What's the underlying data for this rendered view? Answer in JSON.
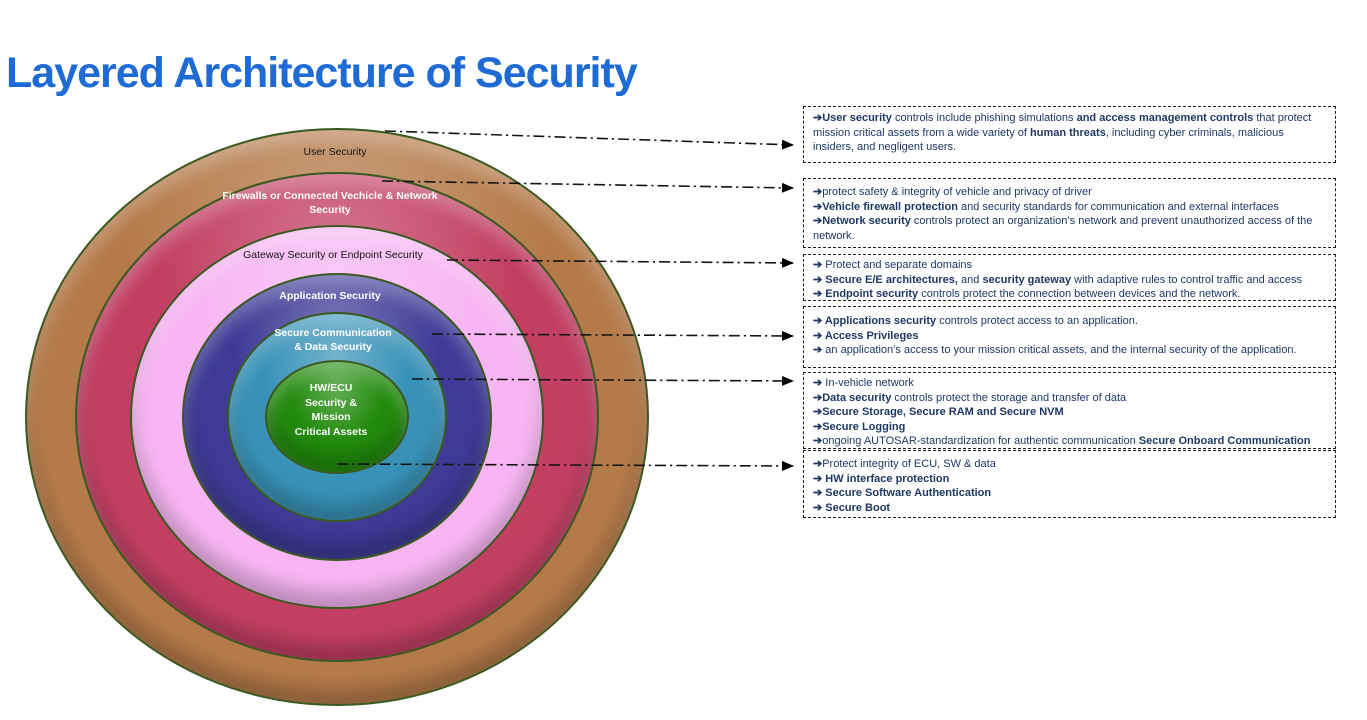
{
  "title": "Layered Architecture of Security",
  "colors": {
    "title": "#1e6bd6",
    "box_text": "#1f3864",
    "box_border": "#1a1a1a",
    "connector": "#141414",
    "ring_border": "#3a5a20"
  },
  "rings": [
    {
      "name": "user-security",
      "label": "User Security",
      "color": "#b57a49",
      "label_color": "#161616"
    },
    {
      "name": "firewalls-network-security",
      "label": "Firewalls or Connected Vechicle & Network\nSecurity",
      "color": "#c23f63",
      "label_color": "#ffffff"
    },
    {
      "name": "gateway-endpoint-security",
      "label": "Gateway Security or Endpoint Security",
      "color": "#f8b5f4",
      "label_color": "#161616"
    },
    {
      "name": "application-security",
      "label": "Application Security",
      "color": "#3e3a96",
      "label_color": "#ffffff"
    },
    {
      "name": "secure-communication-data-security",
      "label": "Secure Communication\n& Data Security",
      "color": "#3892b8",
      "label_color": "#ffffff"
    },
    {
      "name": "hw-ecu-mission-critical",
      "label": "HW/ECU\nSecurity &\nMission\nCritical Assets",
      "color": "#218a0c",
      "label_color": "#ffffff"
    }
  ],
  "callouts": [
    {
      "name": "user-security-callout",
      "lines": [
        [
          {
            "t": "➔",
            "b": true
          },
          {
            "t": "User security ",
            "b": true
          },
          {
            "t": "controls include phishing simulations ",
            "b": false
          },
          {
            "t": "and access management controls ",
            "b": true
          },
          {
            "t": "that protect mission critical assets from a wide variety of ",
            "b": false
          },
          {
            "t": "human threats",
            "b": true
          },
          {
            "t": ", including cyber criminals, malicious insiders, and negligent users.",
            "b": false
          }
        ]
      ]
    },
    {
      "name": "network-security-callout",
      "lines": [
        [
          {
            "t": "➔",
            "b": true
          },
          {
            "t": "protect safety & integrity of vehicle and privacy of driver",
            "b": false
          }
        ],
        [
          {
            "t": "➔",
            "b": true
          },
          {
            "t": "Vehicle firewall protection ",
            "b": true
          },
          {
            "t": "and security standards for communication and external interfaces",
            "b": false
          }
        ],
        [
          {
            "t": "➔",
            "b": true
          },
          {
            "t": "Network security ",
            "b": true
          },
          {
            "t": "controls protect an organization’s network and prevent unauthorized access of the network.",
            "b": false
          }
        ]
      ]
    },
    {
      "name": "gateway-security-callout",
      "lines": [
        [
          {
            "t": "➔ ",
            "b": true
          },
          {
            "t": "Protect and separate domains",
            "b": false
          }
        ],
        [
          {
            "t": "➔ ",
            "b": true
          },
          {
            "t": "Secure E/E architectures, ",
            "b": true
          },
          {
            "t": "and ",
            "b": false
          },
          {
            "t": "security gateway ",
            "b": true
          },
          {
            "t": "with adaptive rules to control traffic and access",
            "b": false
          }
        ],
        [
          {
            "t": "➔ ",
            "b": true
          },
          {
            "t": "Endpoint security ",
            "b": true
          },
          {
            "t": "controls protect the connection between devices and the network.",
            "b": false
          }
        ]
      ]
    },
    {
      "name": "application-security-callout",
      "lines": [
        [
          {
            "t": "➔ ",
            "b": true
          },
          {
            "t": "Applications security ",
            "b": true
          },
          {
            "t": "controls protect access to an application.",
            "b": false
          }
        ],
        [
          {
            "t": "➔ ",
            "b": true
          },
          {
            "t": "Access Privileges",
            "b": true
          }
        ],
        [
          {
            "t": "➔ ",
            "b": true
          },
          {
            "t": "an application’s access to your mission critical assets, and the internal security of the application.",
            "b": false
          }
        ]
      ]
    },
    {
      "name": "data-security-callout",
      "lines": [
        [
          {
            "t": "➔ ",
            "b": true
          },
          {
            "t": "In-vehicle network",
            "b": false
          }
        ],
        [
          {
            "t": "➔",
            "b": true
          },
          {
            "t": "Data security ",
            "b": true
          },
          {
            "t": "controls protect the storage and transfer of data",
            "b": false
          }
        ],
        [
          {
            "t": "➔",
            "b": true
          },
          {
            "t": "Secure Storage, Secure RAM and Secure NVM",
            "b": true
          }
        ],
        [
          {
            "t": "➔",
            "b": true
          },
          {
            "t": "Secure Logging",
            "b": true
          }
        ],
        [
          {
            "t": "➔",
            "b": true
          },
          {
            "t": "ongoing AUTOSAR-standardization for authentic communication ",
            "b": false
          },
          {
            "t": "Secure Onboard Communication",
            "b": true
          }
        ]
      ]
    },
    {
      "name": "hw-ecu-callout",
      "lines": [
        [
          {
            "t": "➔",
            "b": true
          },
          {
            "t": "Protect integrity of ECU, SW & data",
            "b": false
          }
        ],
        [
          {
            "t": "➔ ",
            "b": true
          },
          {
            "t": "HW interface protection",
            "b": true
          }
        ],
        [
          {
            "t": "➔ ",
            "b": true
          },
          {
            "t": "Secure Software Authentication",
            "b": true
          }
        ],
        [
          {
            "t": "➔ ",
            "b": true
          },
          {
            "t": "Secure Boot",
            "b": true
          }
        ]
      ]
    }
  ]
}
